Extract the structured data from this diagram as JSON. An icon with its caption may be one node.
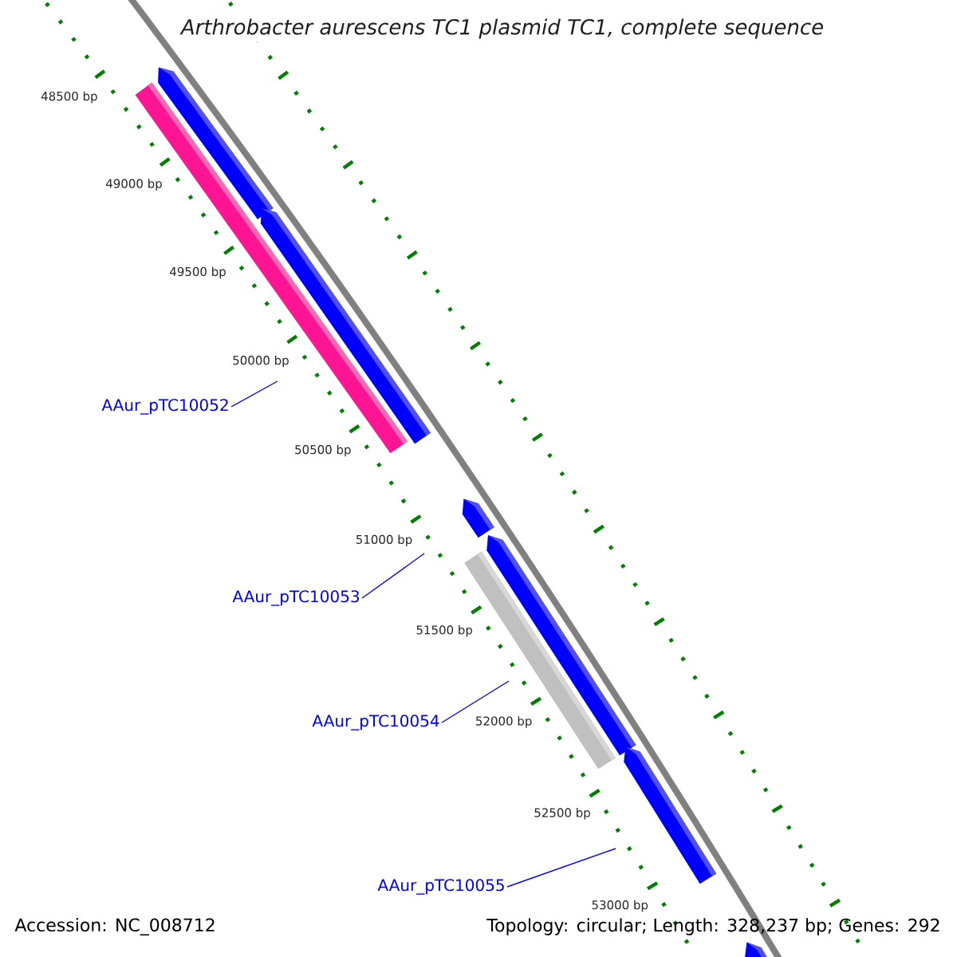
{
  "diagram": {
    "title": "Arthrobacter aurescens TC1 plasmid TC1, complete sequence",
    "nodes": [
      {
        "text": [
          "AAur_pTC10052"
        ]
      },
      {
        "text": [
          "AAur_pTC10053"
        ]
      },
      {
        "text": [
          "AAur_pTC10054"
        ]
      },
      {
        "text": [
          "AAur_pTC10055"
        ]
      }
    ],
    "edges": [
      {
        "from": 0,
        "to": null,
        "arrow": "none"
      },
      {
        "from": 1,
        "to": null,
        "arrow": "none"
      },
      {
        "from": 2,
        "to": null,
        "arrow": "none"
      },
      {
        "from": 3,
        "to": null,
        "arrow": "none"
      }
    ],
    "labels": [
      "48500 bp",
      "49000 bp",
      "49500 bp",
      "50000 bp",
      "50500 bp",
      "51000 bp",
      "51500 bp",
      "52000 bp",
      "52500 bp",
      "53000 bp",
      "Accession: NC_008712",
      "Topology: circular; Length: 328,237 bp; Genes: 292"
    ]
  }
}
